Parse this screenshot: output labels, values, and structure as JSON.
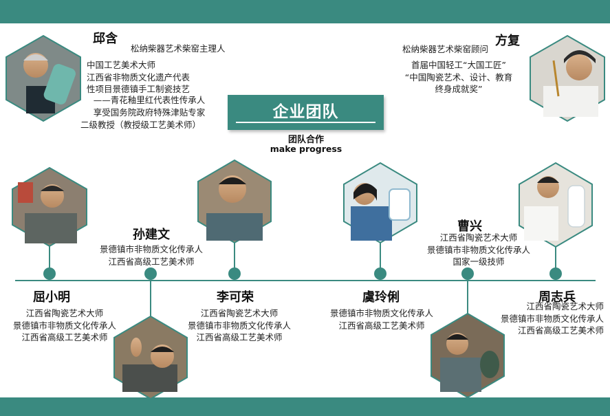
{
  "colors": {
    "accent": "#3a8a80",
    "hexagon_border": "#3a8a80"
  },
  "title": {
    "text": "企业团队",
    "subtitle_cn": "团队合作",
    "subtitle_en": "make progress"
  },
  "members": [
    {
      "id": "qiuhan",
      "name": "邱含",
      "lines": [
        "松纳柴器艺术柴窑主理人",
        "中国工艺美术大师",
        "江西省非物质文化遗产代表",
        "性项目景德镇手工制瓷技艺",
        "——青花釉里红代表性传承人",
        "享受国务院政府特殊津贴专家",
        "二级教授（教授级工艺美术师）"
      ]
    },
    {
      "id": "fangfu",
      "name": "方复",
      "lines": [
        "松纳柴器艺术柴窑顾问",
        "首届中国轻工“大国工匠”",
        "“中国陶瓷艺术、设计、教育",
        "终身成就奖”"
      ]
    },
    {
      "id": "quxiaoming",
      "name": "屈小明",
      "lines": [
        "江西省陶瓷艺术大师",
        "景德镇市非物质文化传承人",
        "江西省高级工艺美术师"
      ]
    },
    {
      "id": "sunjianwen",
      "name": "孙建文",
      "lines": [
        "景德镇市非物质文化传承人",
        "江西省高级工艺美术师"
      ]
    },
    {
      "id": "likerong",
      "name": "李可荣",
      "lines": [
        "江西省陶瓷艺术大师",
        "景德镇市非物质文化传承人",
        "江西省高级工艺美术师"
      ]
    },
    {
      "id": "yulingli",
      "name": "虞玲俐",
      "lines": [
        "景德镇市非物质文化传承人",
        "江西省高级工艺美术师"
      ]
    },
    {
      "id": "caoxing",
      "name": "曹兴",
      "lines": [
        "江西省陶瓷艺术大师",
        "景德镇市非物质文化传承人",
        "国家一级技师"
      ]
    },
    {
      "id": "zhouzhibing",
      "name": "周志兵",
      "lines": [
        "江西省陶瓷艺术大师",
        "景德镇市非物质文化传承人",
        "江西省高级工艺美术师"
      ]
    }
  ]
}
